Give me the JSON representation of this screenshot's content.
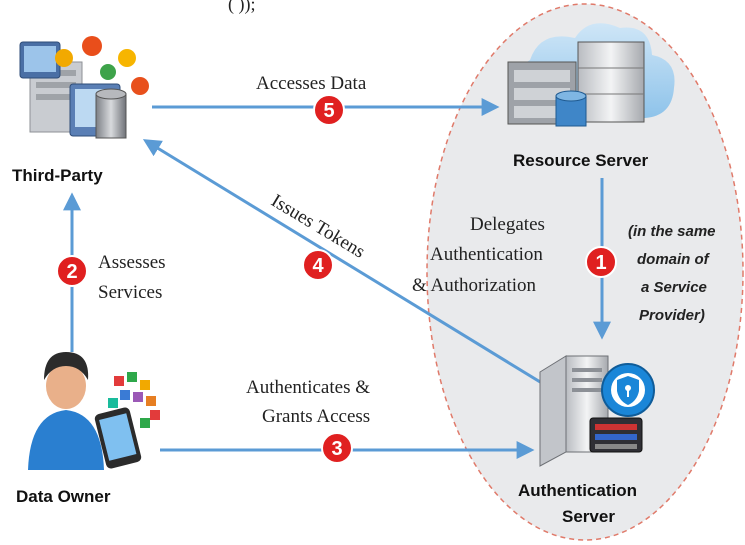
{
  "diagram": {
    "top_caption": "(         ));",
    "nodes": {
      "third_party": "Third-Party",
      "resource_server": "Resource Server",
      "auth_server_line1": "Authentication",
      "auth_server_line2": "Server",
      "data_owner": "Data Owner"
    },
    "edges": {
      "accesses_data": "Accesses Data",
      "assesses_services_line1": "Assesses",
      "assesses_services_line2": "Services",
      "issues_tokens": "Issues Tokens",
      "delegates_line1": "Delegates",
      "delegates_line2": "Authentication",
      "delegates_line3": "& Authorization",
      "authenticates_line1": "Authenticates &",
      "authenticates_line2": "Grants Access"
    },
    "step_numbers": {
      "one": "1",
      "two": "2",
      "three": "3",
      "four": "4",
      "five": "5"
    },
    "domain_note": {
      "line1": "(in the same",
      "line2": "domain of",
      "line3": "a Service",
      "line4": "Provider)"
    },
    "colors": {
      "arrow": "#5b9bd5",
      "badge": "#e02020",
      "domain_fill": "#e9eaec",
      "domain_border": "#e07a6a"
    }
  }
}
